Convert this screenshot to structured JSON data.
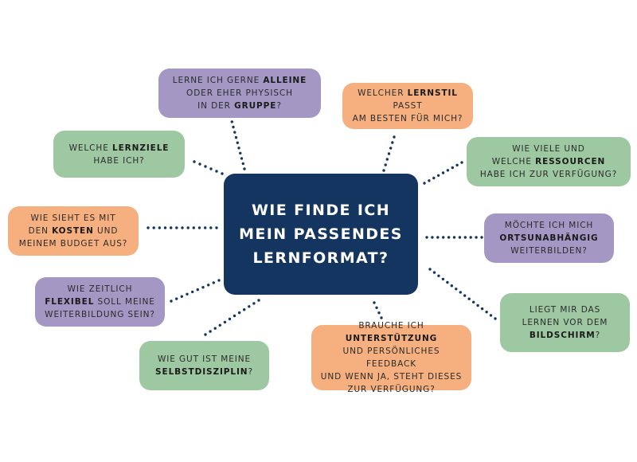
{
  "center_title": "WIE FINDE ICH\nMEIN PASSENDES\nLERNFORMAT?",
  "colors": {
    "center": "#13355f",
    "purple": "#a497c4",
    "orange": "#f6b07f",
    "green": "#9ec8a1",
    "dots": "#13355f"
  },
  "bubbles": [
    {
      "color": "purple",
      "lines": [
        [
          {
            "t": "LERNE ICH GERNE "
          },
          {
            "t": "ALLEINE",
            "b": true
          }
        ],
        [
          {
            "t": "ODER EHER PHYSISCH"
          }
        ],
        [
          {
            "t": "IN DER "
          },
          {
            "t": "GRUPPE",
            "b": true
          },
          {
            "t": "?"
          }
        ]
      ]
    },
    {
      "color": "orange",
      "lines": [
        [
          {
            "t": "WELCHER "
          },
          {
            "t": "LERNSTIL",
            "b": true
          },
          {
            "t": " PASST"
          }
        ],
        [
          {
            "t": "AM BESTEN FÜR MICH?"
          }
        ]
      ]
    },
    {
      "color": "green",
      "lines": [
        [
          {
            "t": "WELCHE "
          },
          {
            "t": "LERNZIELE",
            "b": true
          }
        ],
        [
          {
            "t": "HABE ICH?"
          }
        ]
      ]
    },
    {
      "color": "green",
      "lines": [
        [
          {
            "t": "WIE VIELE UND"
          }
        ],
        [
          {
            "t": "WELCHE "
          },
          {
            "t": "RESSOURCEN",
            "b": true
          }
        ],
        [
          {
            "t": "HABE ICH ZUR VERFÜGUNG?"
          }
        ]
      ]
    },
    {
      "color": "orange",
      "lines": [
        [
          {
            "t": "WIE SIEHT ES MIT"
          }
        ],
        [
          {
            "t": "DEN "
          },
          {
            "t": "KOSTEN",
            "b": true
          },
          {
            "t": " UND"
          }
        ],
        [
          {
            "t": "MEINEM BUDGET AUS?"
          }
        ]
      ]
    },
    {
      "color": "purple",
      "lines": [
        [
          {
            "t": "MÖCHTE ICH MICH"
          }
        ],
        [
          {
            "t": "ORTSUNABHÄNGIG",
            "b": true
          }
        ],
        [
          {
            "t": "WEITERBILDEN?"
          }
        ]
      ]
    },
    {
      "color": "purple",
      "lines": [
        [
          {
            "t": "WIE ZEITLICH"
          }
        ],
        [
          {
            "t": "FLEXIBEL",
            "b": true
          },
          {
            "t": " SOLL MEINE"
          }
        ],
        [
          {
            "t": "WEITERBILDUNG SEIN?"
          }
        ]
      ]
    },
    {
      "color": "green",
      "lines": [
        [
          {
            "t": "LIEGT MIR DAS"
          }
        ],
        [
          {
            "t": "LERNEN VOR DEM"
          }
        ],
        [
          {
            "t": "BILDSCHIRM",
            "b": true
          },
          {
            "t": "?"
          }
        ]
      ]
    },
    {
      "color": "green",
      "lines": [
        [
          {
            "t": "WIE GUT IST MEINE"
          }
        ],
        [
          {
            "t": "SELBSTDISZIPLIN",
            "b": true
          },
          {
            "t": "?"
          }
        ]
      ]
    },
    {
      "color": "orange",
      "lines": [
        [
          {
            "t": "BRAUCHE ICH "
          },
          {
            "t": "UNTERSTÜTZUNG",
            "b": true
          }
        ],
        [
          {
            "t": "UND PERSÖNLICHES FEEDBACK"
          }
        ],
        [
          {
            "t": "UND WENN JA, STEHT DIESES"
          }
        ],
        [
          {
            "t": "ZUR VERFÜGUNG?"
          }
        ]
      ]
    }
  ]
}
